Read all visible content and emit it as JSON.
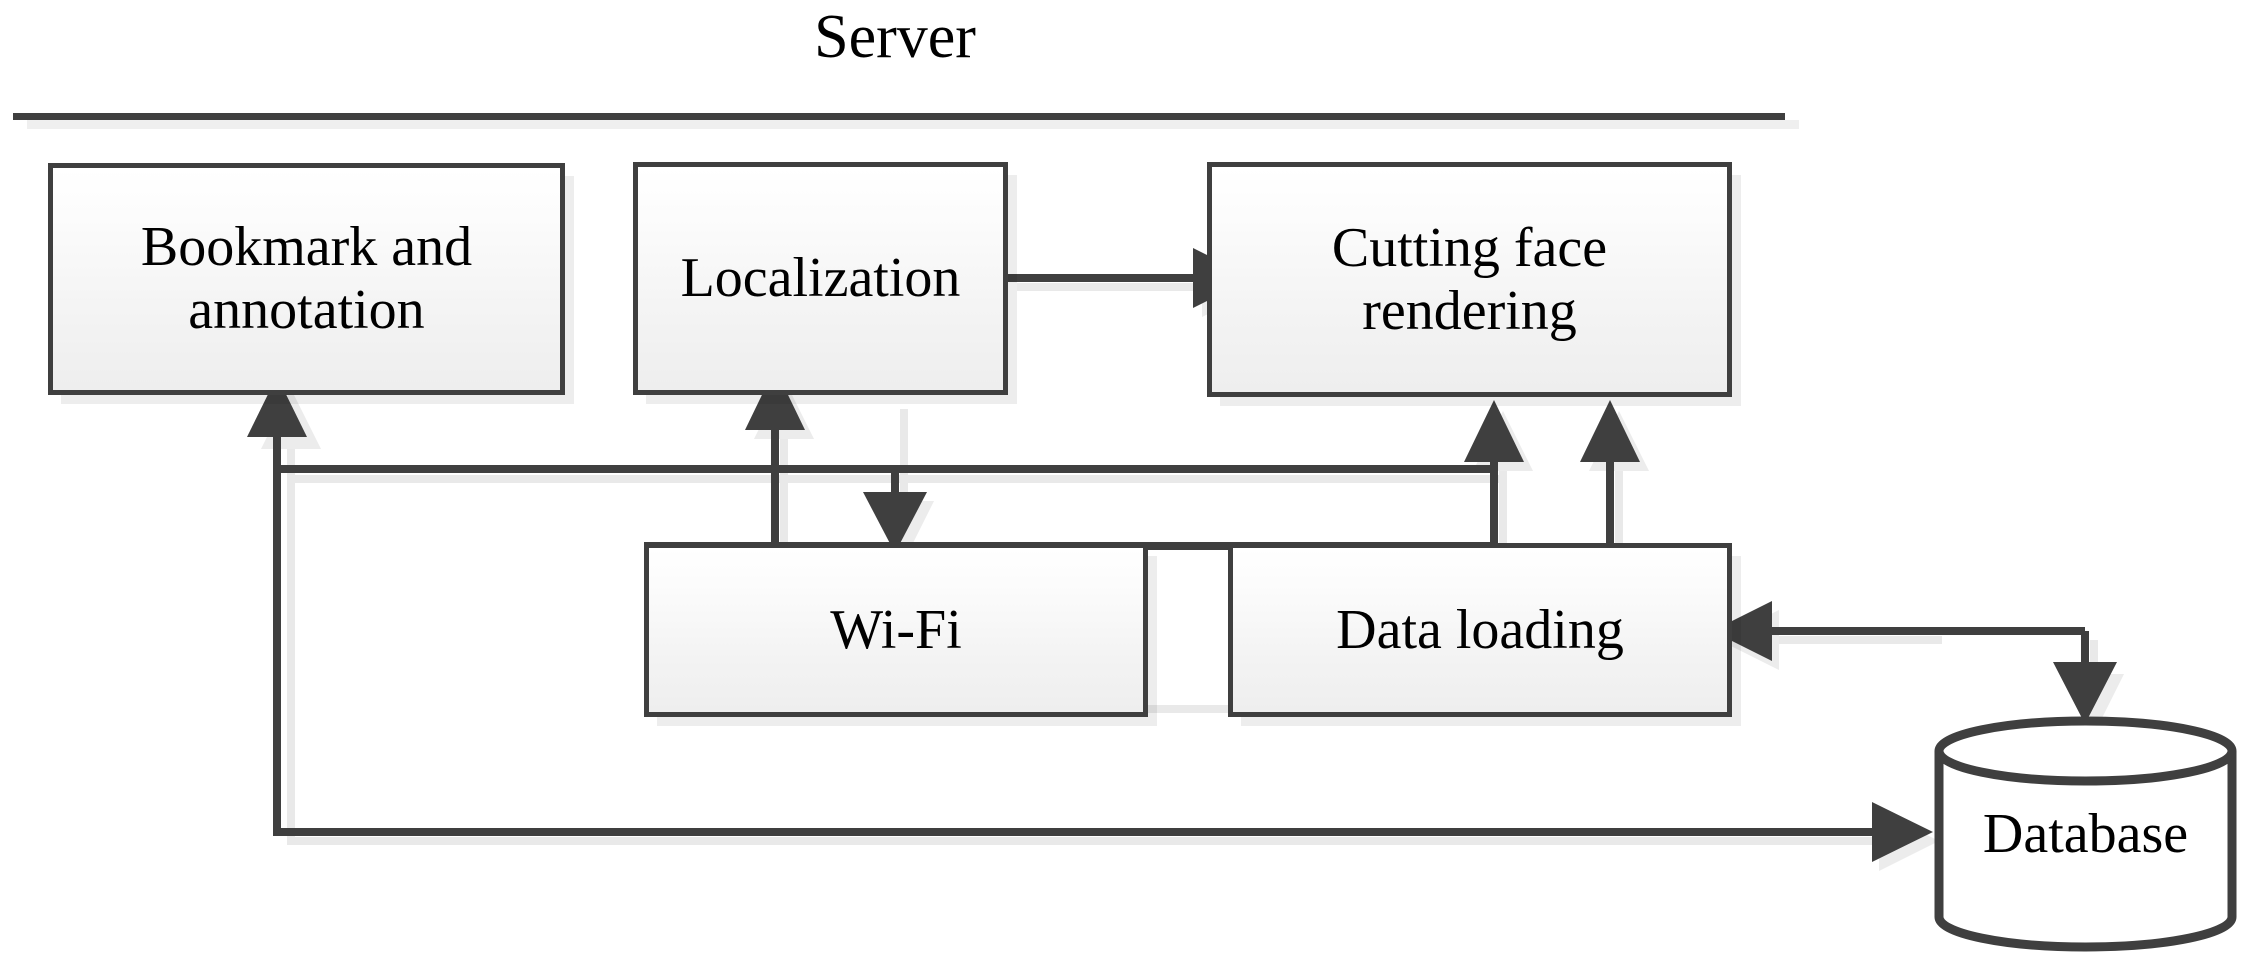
{
  "diagram": {
    "title": "Server",
    "boundary_rule": true,
    "nodes": [
      {
        "id": "bookmark",
        "label": "Bookmark and annotation",
        "label_lines": [
          "Bookmark and",
          "annotation"
        ],
        "shape": "rectangle"
      },
      {
        "id": "localization",
        "label": "Localization",
        "label_lines": [
          "Localization"
        ],
        "shape": "rectangle"
      },
      {
        "id": "cutting",
        "label": "Cutting face rendering",
        "label_lines": [
          "Cutting face",
          "rendering"
        ],
        "shape": "rectangle"
      },
      {
        "id": "wifi",
        "label": "Wi-Fi",
        "label_lines": [
          "Wi-Fi"
        ],
        "shape": "rectangle"
      },
      {
        "id": "dataloading",
        "label": "Data loading",
        "label_lines": [
          "Data loading"
        ],
        "shape": "rectangle"
      },
      {
        "id": "database",
        "label": "Database",
        "label_lines": [
          "Database"
        ],
        "shape": "cylinder"
      }
    ],
    "edges": [
      {
        "from": "localization",
        "to": "cutting",
        "style": "straight-right"
      },
      {
        "from": "wifi",
        "to": "localization",
        "style": "straight-up"
      },
      {
        "from": "localization",
        "to": "wifi",
        "style": "straight-down"
      },
      {
        "from": "wifi",
        "to": "cutting",
        "style": "orthogonal-up-right"
      },
      {
        "from": "dataloading",
        "to": "cutting",
        "style": "straight-up"
      },
      {
        "from": "database",
        "to": "dataloading",
        "style": "orthogonal-left"
      },
      {
        "from": "dataloading",
        "to": "database",
        "style": "orthogonal-down"
      },
      {
        "from": "database",
        "to": "bookmark",
        "style": "orthogonal-left-up"
      }
    ],
    "colors": {
      "stroke": "#3f3f3f",
      "box_fill_top": "#ffffff",
      "box_fill_bottom": "#eeeeee",
      "text": "#000000",
      "shadow": "#ececec",
      "background": "#ffffff"
    }
  }
}
